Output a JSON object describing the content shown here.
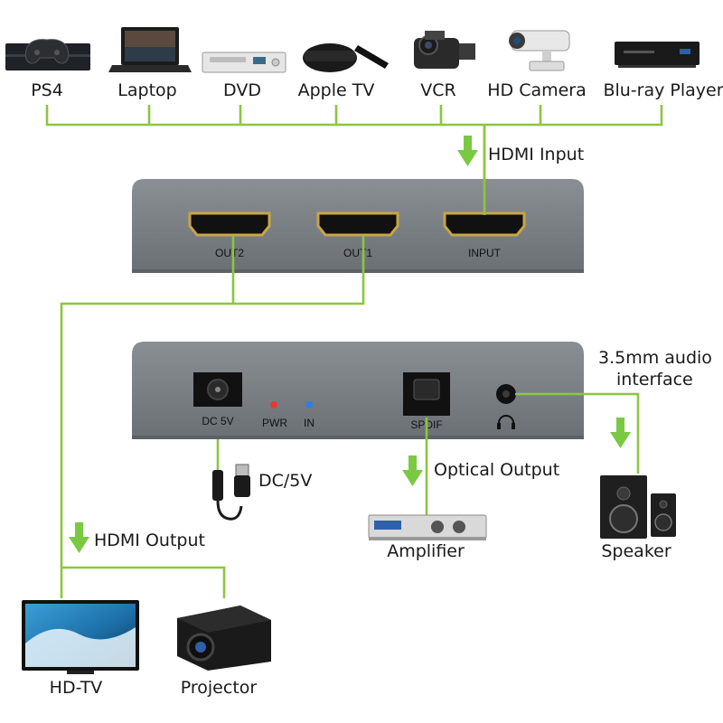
{
  "colors": {
    "accent_green": "#7ac943",
    "wire_green": "#8cc63f",
    "device_body": "#6f7479",
    "device_top": "#8a8f94",
    "led_red": "#e53935",
    "led_blue": "#2f7de1",
    "connector_gold": "#c9a545"
  },
  "sources": [
    {
      "label": "PS4",
      "icon": "game-console-icon"
    },
    {
      "label": "Laptop",
      "icon": "laptop-icon"
    },
    {
      "label": "DVD",
      "icon": "dvd-player-icon"
    },
    {
      "label": "Apple TV",
      "icon": "apple-tv-icon"
    },
    {
      "label": "VCR",
      "icon": "camcorder-icon"
    },
    {
      "label": "HD Camera",
      "icon": "security-camera-icon"
    },
    {
      "label": "Blu-ray Player",
      "icon": "bluray-player-icon"
    }
  ],
  "labels": {
    "hdmi_input": "HDMI Input",
    "hdmi_output": "HDMI Output",
    "dc5v": "DC/5V",
    "optical_output": "Optical Output",
    "audio_interface_line1": "3.5mm audio",
    "audio_interface_line2": "interface"
  },
  "front_panel": {
    "ports": [
      "OUT2",
      "OUT1",
      "INPUT"
    ]
  },
  "back_panel": {
    "dc_port": "DC 5V",
    "pwr_led": "PWR",
    "in_led": "IN",
    "spdif": "SPDIF",
    "headphone_icon": "headphone-icon"
  },
  "outputs": [
    {
      "label": "HD-TV",
      "icon": "tv-icon"
    },
    {
      "label": "Projector",
      "icon": "projector-icon"
    }
  ],
  "audio_devices": [
    {
      "label": "Amplifier",
      "icon": "amplifier-icon"
    },
    {
      "label": "Speaker",
      "icon": "speaker-icon"
    }
  ]
}
